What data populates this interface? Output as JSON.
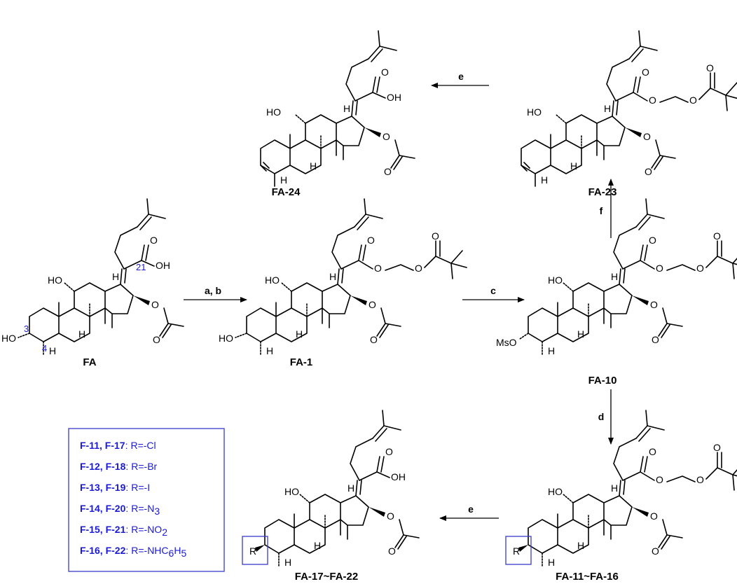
{
  "compounds": {
    "fa": "FA",
    "fa1": "FA-1",
    "fa10": "FA-10",
    "fa11_16": "FA-11~FA-16",
    "fa17_22": "FA-17~FA-22",
    "fa23": "FA-23",
    "fa24": "FA-24"
  },
  "conditions": {
    "ab": "a, b",
    "c": "c",
    "d": "d",
    "e": "e",
    "f": "f"
  },
  "atoms": {
    "ho": "HO",
    "oh": "OH",
    "o": "O",
    "h": "H",
    "ms_o": "MsO",
    "r": "R"
  },
  "numbering": {
    "c3": "3",
    "c4": "4",
    "c21": "21"
  },
  "legend": [
    {
      "codes": "F-11, F-17",
      "sep": ":",
      "sub": "R=-Cl"
    },
    {
      "codes": "F-12, F-18",
      "sep": ":",
      "sub": "R=-Br"
    },
    {
      "codes": "F-13, F-19",
      "sep": ":",
      "sub": "R=-I"
    },
    {
      "codes": "F-14, F-20",
      "sep": ":",
      "sub": "R=-N",
      "subscript": "3"
    },
    {
      "codes": "F-15, F-21",
      "sep": ":",
      "sub": "R=-NO",
      "subscript": "2"
    },
    {
      "codes": "F-16, F-22",
      "sep": ":",
      "sub": "R=-NHC",
      "subscript": "6",
      "tail": "H",
      "tail_sub": "5"
    }
  ],
  "colors": {
    "ink": "#000000",
    "annotation_blue": "#1a1ad6",
    "box_blue": "#3a3acb"
  }
}
